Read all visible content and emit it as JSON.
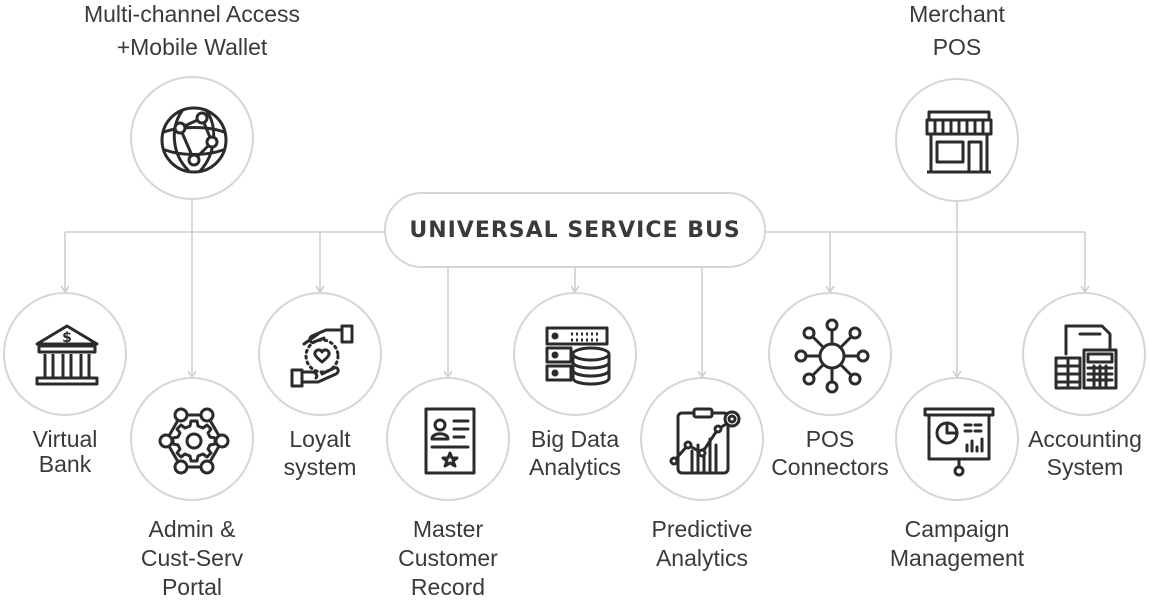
{
  "bus": {
    "label": "UNIVERSAL SERVICE BUS"
  },
  "top_nodes": [
    {
      "lines": [
        "Multi-channel Access",
        "+Mobile Wallet"
      ],
      "icon": "globe-network-icon"
    },
    {
      "lines": [
        "Merchant",
        "POS"
      ],
      "icon": "storefront-icon"
    }
  ],
  "nodes": [
    {
      "lines": [
        "Virtual",
        "Bank"
      ],
      "icon": "bank-icon"
    },
    {
      "lines": [
        "Admin &",
        "Cust-Serv",
        "Portal"
      ],
      "icon": "hexagon-gear-icon"
    },
    {
      "lines": [
        "Loyalt",
        "system"
      ],
      "icon": "hands-heart-icon"
    },
    {
      "lines": [
        "Master",
        "Customer",
        "Record"
      ],
      "icon": "profile-document-icon"
    },
    {
      "lines": [
        "Big Data",
        "Analytics"
      ],
      "icon": "database-server-icon"
    },
    {
      "lines": [
        "Predictive",
        "Analytics"
      ],
      "icon": "analytics-clipboard-icon"
    },
    {
      "lines": [
        "POS",
        "Connectors"
      ],
      "icon": "hub-connectors-icon"
    },
    {
      "lines": [
        "Campaign",
        "Management"
      ],
      "icon": "presentation-board-icon"
    },
    {
      "lines": [
        "Accounting",
        "System"
      ],
      "icon": "calculator-ledger-icon"
    }
  ]
}
